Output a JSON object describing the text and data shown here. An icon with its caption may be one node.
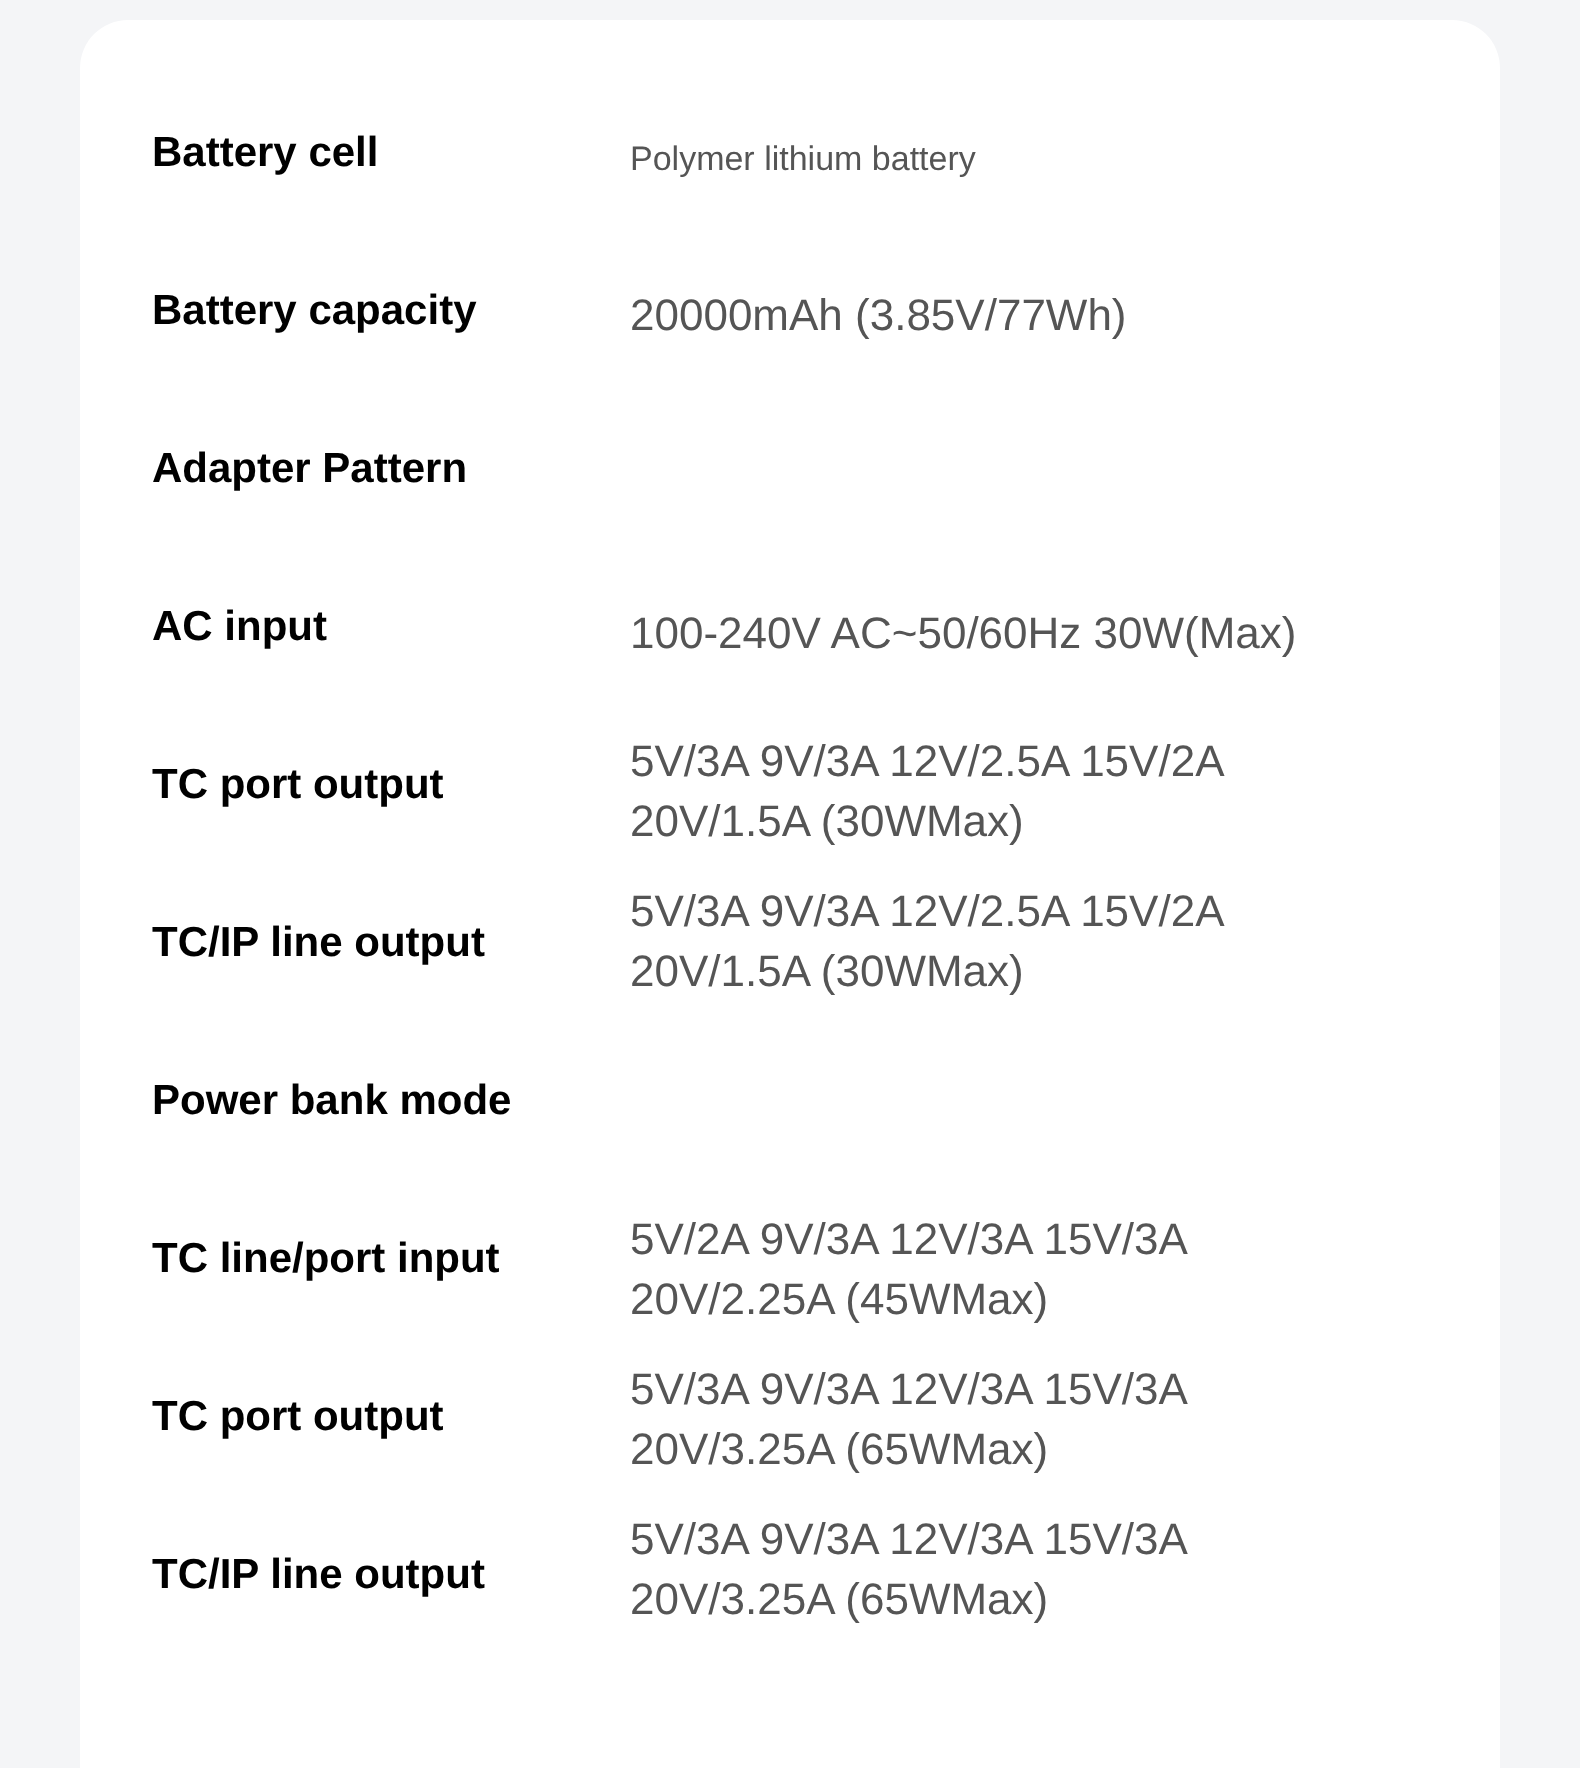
{
  "diagram": {
    "labels": [
      "Battery cell",
      "Polymer lithium battery",
      "Battery capacity",
      "20000mAh (3.85V/77Wh)",
      "Adapter Pattern",
      "AC input",
      "100-240V AC~50/60Hz 30W(Max)",
      "TC port output",
      "5V/3A 9V/3A 12V/2.5A 15V/2A 20V/1.5A (30WMax)",
      "TC/IP line output",
      "5V/3A 9V/3A 12V/2.5A 15V/2A 20V/1.5A (30WMax)",
      "Power bank mode",
      "TC line/port input",
      "5V/2A 9V/3A 12V/3A 15V/3A 20V/2.25A (45WMax)",
      "TC port output",
      "5V/3A 9V/3A 12V/3A 15V/3A 20V/3.25A (65WMax)",
      "TC/IP line output",
      "5V/3A 9V/3A 12V/3A 15V/3A 20V/3.25A (65WMax)"
    ]
  }
}
